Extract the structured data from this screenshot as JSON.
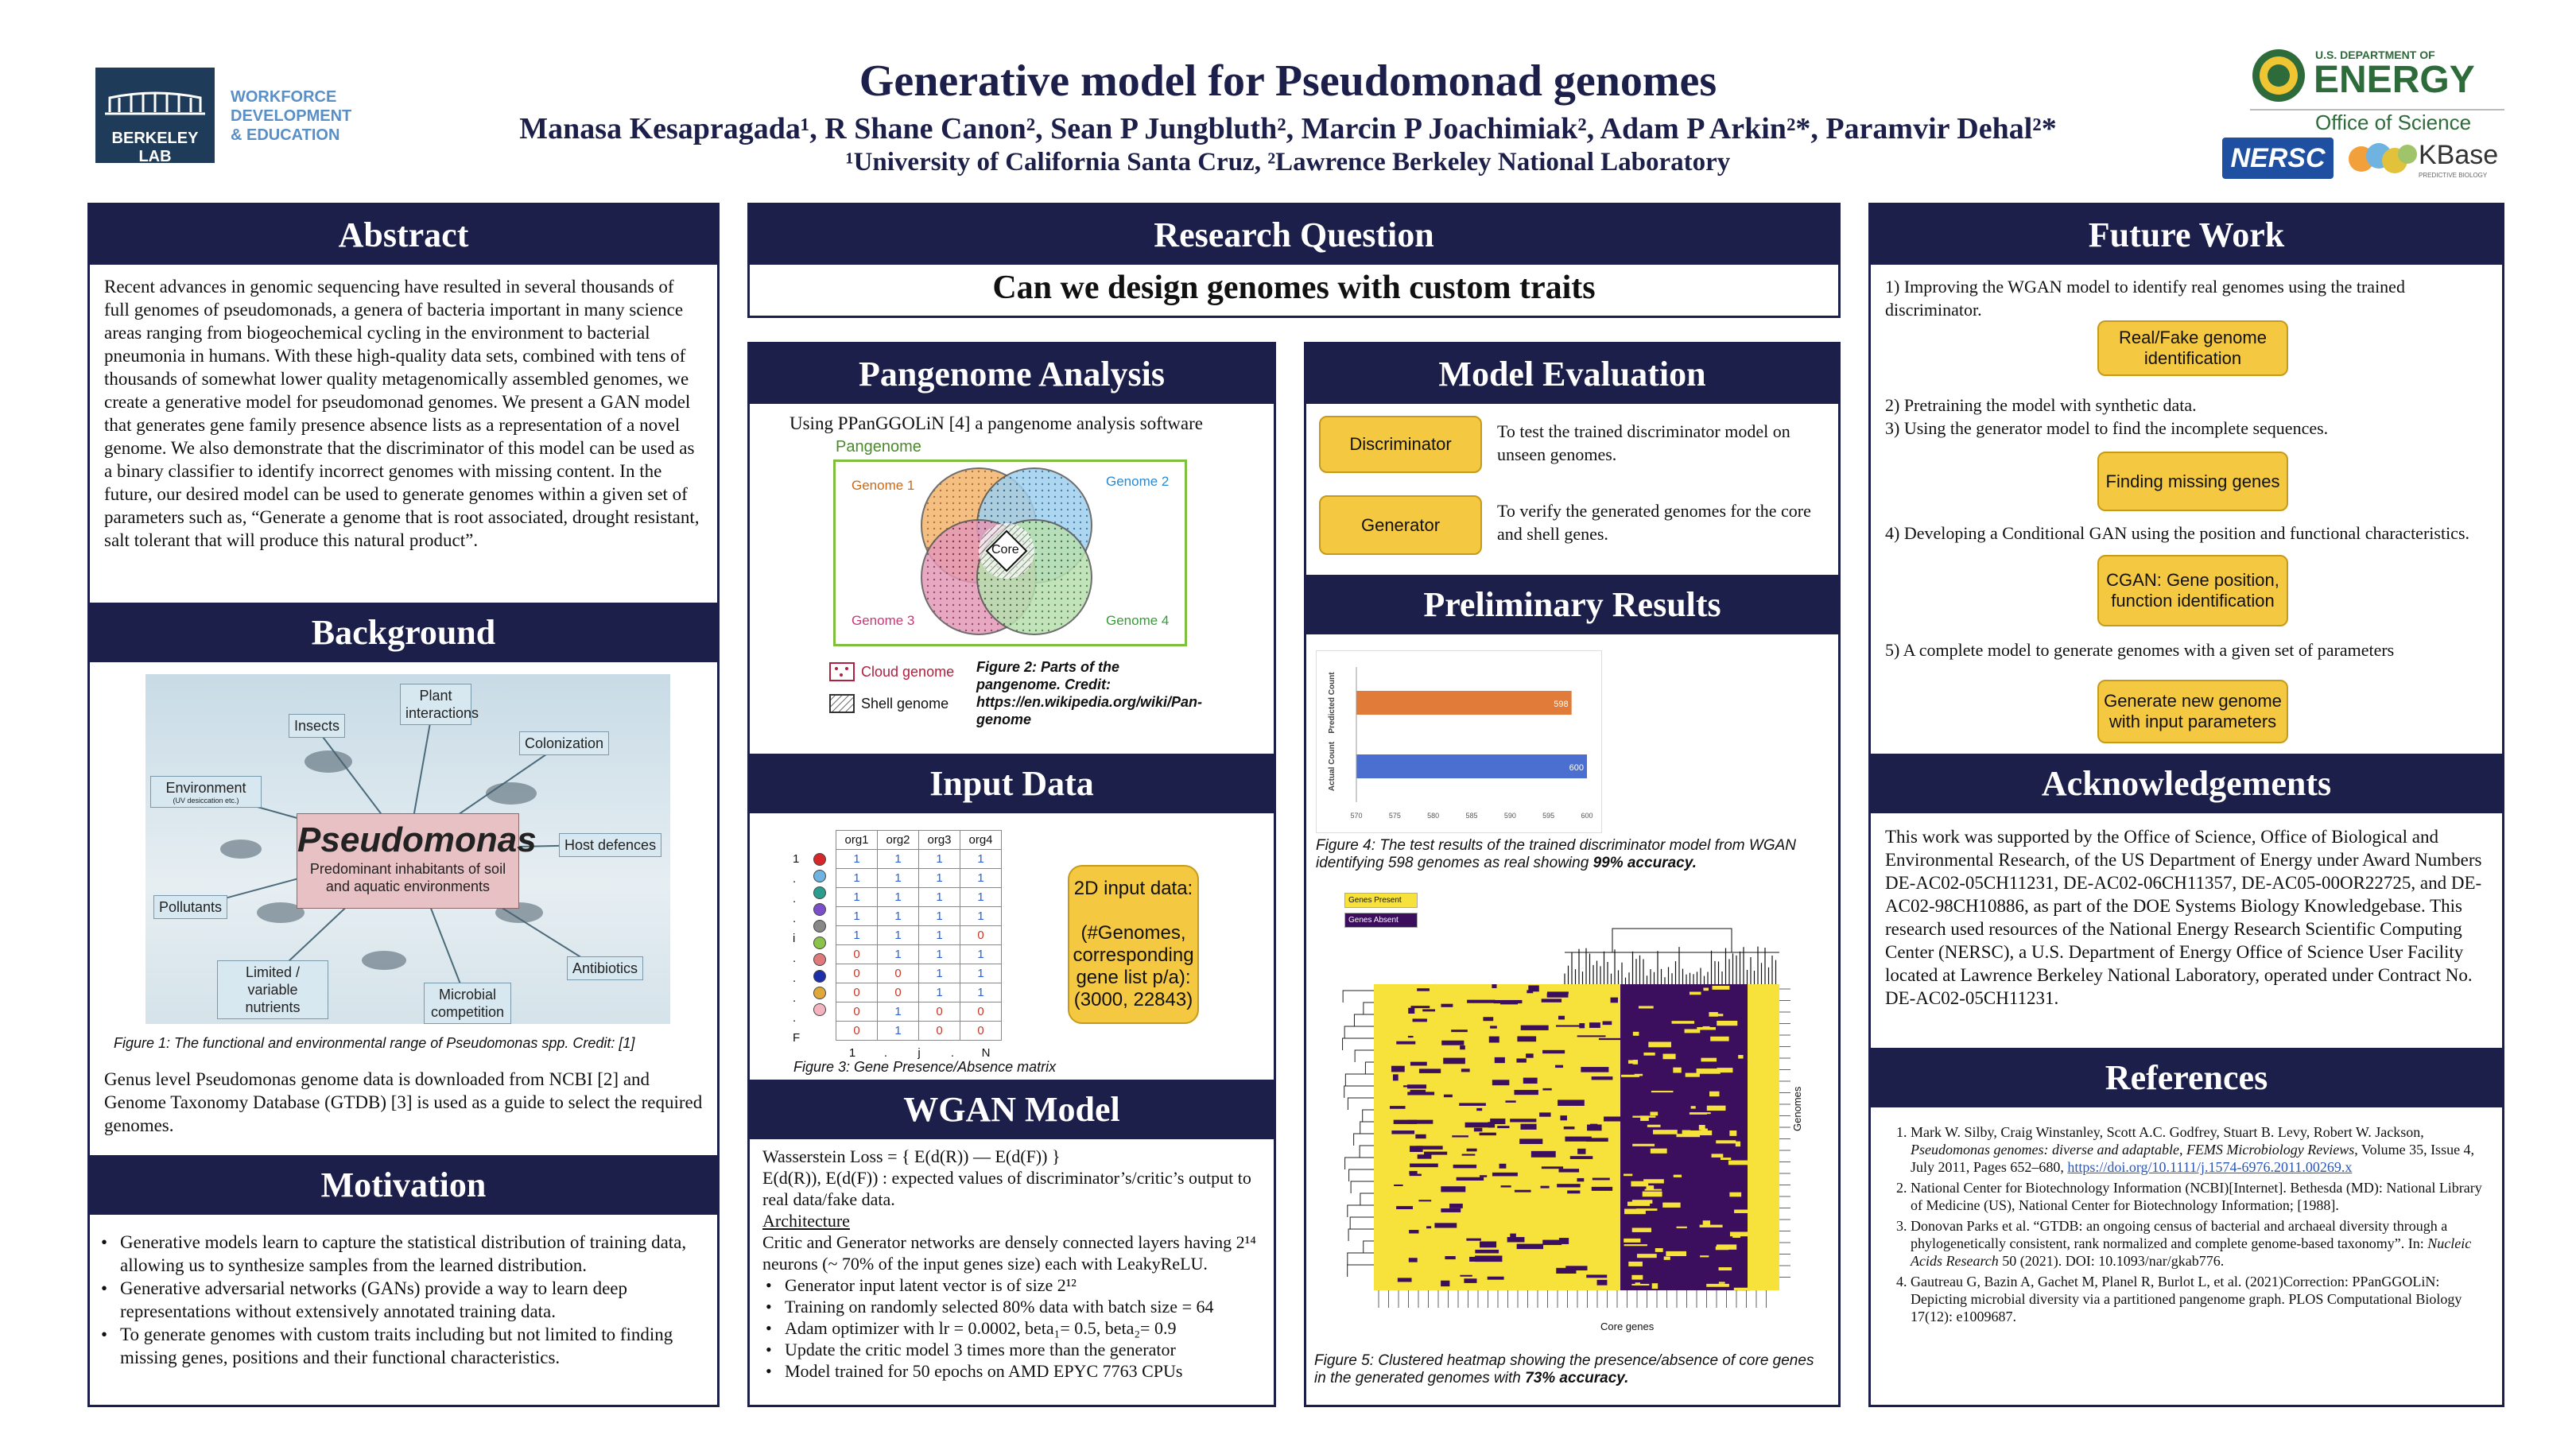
{
  "header": {
    "title": "Generative model for Pseudomonad genomes",
    "authors": "Manasa Kesapragada¹, R Shane Canon², Sean P Jungbluth², Marcin P Joachimiak², Adam P Arkin²*, Paramvir Dehal²*",
    "affiliations": "¹University of California Santa Cruz, ²Lawrence Berkeley National Laboratory",
    "logo_left_text": "BERKELEY LAB",
    "logo_left_sub": [
      "WORKFORCE",
      "DEVELOPMENT",
      "& EDUCATION"
    ],
    "doe_top": "U.S. DEPARTMENT OF",
    "doe_main": "ENERGY",
    "doe_sub": "Office of Science",
    "nersc": "NERSC",
    "kbase": "KBase",
    "kbase_sub": "PREDICTIVE BIOLOGY"
  },
  "abstract": {
    "heading": "Abstract",
    "body": "Recent advances in genomic sequencing have resulted in several thousands of full genomes of pseudomonads, a genera of bacteria important in many science areas ranging from biogeochemical cycling in the environment to bacterial pneumonia in humans. With these high-quality data sets, combined with tens of thousands of somewhat lower quality metagenomically assembled genomes, we create a generative model for pseudomonad genomes. We present a GAN model that generates gene family presence absence lists as a representation of a novel genome. We also demonstrate that the discriminator of this model can be used as a binary classifier to identify incorrect genomes with missing content. In the future, our desired model can be used to generate genomes within a given set of parameters such as, “Generate a genome that is root associated, drought resistant, salt tolerant that will produce this natural product”."
  },
  "background": {
    "heading": "Background",
    "figure": {
      "center_title": "Pseudomonas",
      "center_sub": "Predominant inhabitants of soil and aquatic environments",
      "labels": [
        "Insects",
        "Plant interactions",
        "Colonization",
        "Environment",
        "(UV desiccation etc.)",
        "Host defences",
        "Pollutants",
        "Antibiotics",
        "Limited / variable nutrients",
        "Microbial competition"
      ]
    },
    "caption": "Figure 1: The functional and environmental range of Pseudomonas spp. Credit: [1]",
    "body": "Genus level Pseudomonas genome data is downloaded from NCBI [2] and Genome Taxonomy Database (GTDB) [3] is used as a guide to select the required genomes."
  },
  "motivation": {
    "heading": "Motivation",
    "items": [
      "Generative models learn to capture the statistical distribution of training data, allowing us to synthesize samples from the learned distribution.",
      "Generative adversarial networks (GANs) provide a way to learn deep representations without extensively annotated training data.",
      "To generate genomes with custom traits including but not limited to finding missing genes, positions and their functional characteristics."
    ]
  },
  "research": {
    "heading": "Research Question",
    "question": "Can we design genomes with custom traits"
  },
  "pangenome": {
    "heading": "Pangenome Analysis",
    "intro": "Using PPanGGOLiN  [4] a pangenome analysis software",
    "venn": {
      "box_label": "Pangenome",
      "g1": "Genome 1",
      "g2": "Genome 2",
      "g3": "Genome 3",
      "g4": "Genome 4",
      "core": "Core",
      "cloud": "Cloud genome",
      "shell": "Shell genome"
    },
    "caption": "Figure 2: Parts of the pangenome.  Credit: https://en.wikipedia.org/wiki/Pan-genome"
  },
  "input": {
    "heading": "Input Data",
    "matrix": {
      "cols": [
        "org1",
        "org2",
        "org3",
        "org4"
      ],
      "rows": [
        [
          1,
          1,
          1,
          1
        ],
        [
          1,
          1,
          1,
          1
        ],
        [
          1,
          1,
          1,
          1
        ],
        [
          1,
          1,
          1,
          1
        ],
        [
          1,
          1,
          1,
          0
        ],
        [
          0,
          1,
          1,
          1
        ],
        [
          0,
          0,
          1,
          1
        ],
        [
          0,
          0,
          1,
          1
        ],
        [
          0,
          1,
          0,
          0
        ],
        [
          0,
          1,
          0,
          0
        ]
      ],
      "dot_colors": [
        "#d62828",
        "#6fb3e0",
        "#2a9d8f",
        "#7b4fc9",
        "#888888",
        "#8bc34a",
        "#e07a7a",
        "#1d2fa8",
        "#e0a83a",
        "#f3b4c0"
      ],
      "row_labels": [
        "1",
        ".",
        ".",
        ".",
        "i",
        ".",
        ".",
        ".",
        ".",
        "F"
      ],
      "col_labels": [
        "1",
        ".",
        "j",
        ".",
        "N"
      ]
    },
    "box": "2D input data:\n\n(#Genomes, corresponding gene list p/a): (3000, 22843)",
    "caption": "Figure 3: Gene Presence/Absence matrix"
  },
  "wgan": {
    "heading": "WGAN Model",
    "loss": "Wasserstein Loss = { E(d(R)) — E(d(F)) }",
    "expect": "E(d(R)), E(d(F)) : expected values of discriminator’s/critic’s output to real data/fake data.",
    "arch_label": "Architecture",
    "arch": "Critic and Generator networks are densely connected layers having 2¹⁴ neurons (~ 70% of the input genes size) each with LeakyReLU.",
    "items": [
      "Generator input latent vector is of size 2¹²",
      "Training on randomly selected 80% data with batch size = 64",
      "Adam optimizer with lr = 0.0002, beta₁= 0.5, beta₂= 0.9",
      "Update the critic model 3 times more than the generator",
      "Model trained for 50 epochs on AMD EPYC 7763 CPUs"
    ]
  },
  "evaluation": {
    "heading": "Model Evaluation",
    "disc_label": "Discriminator",
    "disc_text": "To  test the trained discriminator model on unseen genomes.",
    "gen_label": "Generator",
    "gen_text": "To verify the generated genomes for the core and shell genes."
  },
  "results": {
    "heading": "Preliminary Results",
    "caption4": "Figure 4: The test results of the trained discriminator model from WGAN  identifying 598 genomes as real showing ",
    "caption4_bold": "99% accuracy.",
    "heat_legend_present": "Genes Present",
    "heat_legend_absent": "Genes Absent",
    "heat_xlabel": "Core genes",
    "heat_ylabel": "Genomes",
    "caption5": "Figure 5: Clustered heatmap showing the presence/absence of core genes in the generated genomes with ",
    "caption5_bold": "73% accuracy."
  },
  "chart_data": {
    "type": "bar",
    "orientation": "horizontal",
    "categories": [
      "Predicted Count",
      "Actual Count"
    ],
    "values": [
      598,
      600
    ],
    "colors": [
      "#e07b39",
      "#4a6fd0"
    ],
    "xlim": [
      570,
      600
    ],
    "xticks": [
      "570",
      "575",
      "580",
      "585",
      "590",
      "595",
      "600"
    ]
  },
  "future": {
    "heading": "Future Work",
    "item1": "1) Improving the WGAN model to identify real genomes using the trained discriminator.",
    "box1": "Real/Fake genome identification",
    "item2": "2) Pretraining the model with synthetic data.",
    "item3": "3) Using the generator model to find the incomplete sequences.",
    "box2": "Finding missing genes",
    "item4": "4) Developing a Conditional GAN using the position and functional characteristics.",
    "box3": "CGAN: Gene position, function identification",
    "item5": "5) A complete model to generate genomes with a given set of parameters",
    "box4": "Generate new genome with input parameters"
  },
  "ack": {
    "heading": "Acknowledgements",
    "body": "This work was supported by the Office of Science, Office of Biological and Environmental Research, of the US Department of Energy under Award Numbers DE-AC02-05CH11231, DE-AC02-06CH11357, DE-AC05-00OR22725, and DE-AC02-98CH10886, as part of the DOE Systems Biology Knowledgebase. This research used resources of the National Energy Research Scientific Computing Center (NERSC), a U.S. Department of Energy Office of Science User Facility located at Lawrence Berkeley National Laboratory, operated under Contract No. DE-AC02-05CH11231."
  },
  "refs": {
    "heading": "References",
    "r1a": "Mark W. Silby, Craig Winstanley, Scott A.C. Godfrey, Stuart B. Levy, Robert W. Jackson, ",
    "r1i": "Pseudomonas genomes: diverse and adaptable, FEMS Microbiology Reviews",
    "r1b": ", Volume 35, Issue 4, July 2011, Pages 652–680, ",
    "r1link": "https://doi.org/10.1111/j.1574-6976.2011.00269.x",
    "r2": "National Center for Biotechnology Information (NCBI)[Internet]. Bethesda (MD): National Library of Medicine (US), National Center for Biotechnology Information; [1988].",
    "r3a": "Donovan Parks et al. “GTDB: an ongoing census of bacterial and archaeal diversity through a phylogenetically consistent, rank normalized and complete genome-based taxonomy”. In: ",
    "r3i": "Nucleic Acids Research",
    "r3b": " 50 (2021). DOI: 10.1093/nar/gkab776.",
    "r4": "Gautreau G, Bazin A, Gachet M, Planel R, Burlot L, et al. (2021)Correction: PPanGGOLiN: Depicting microbial diversity via a partitioned pangenome graph. PLOS Computational Biology 17(12): e1009687."
  }
}
